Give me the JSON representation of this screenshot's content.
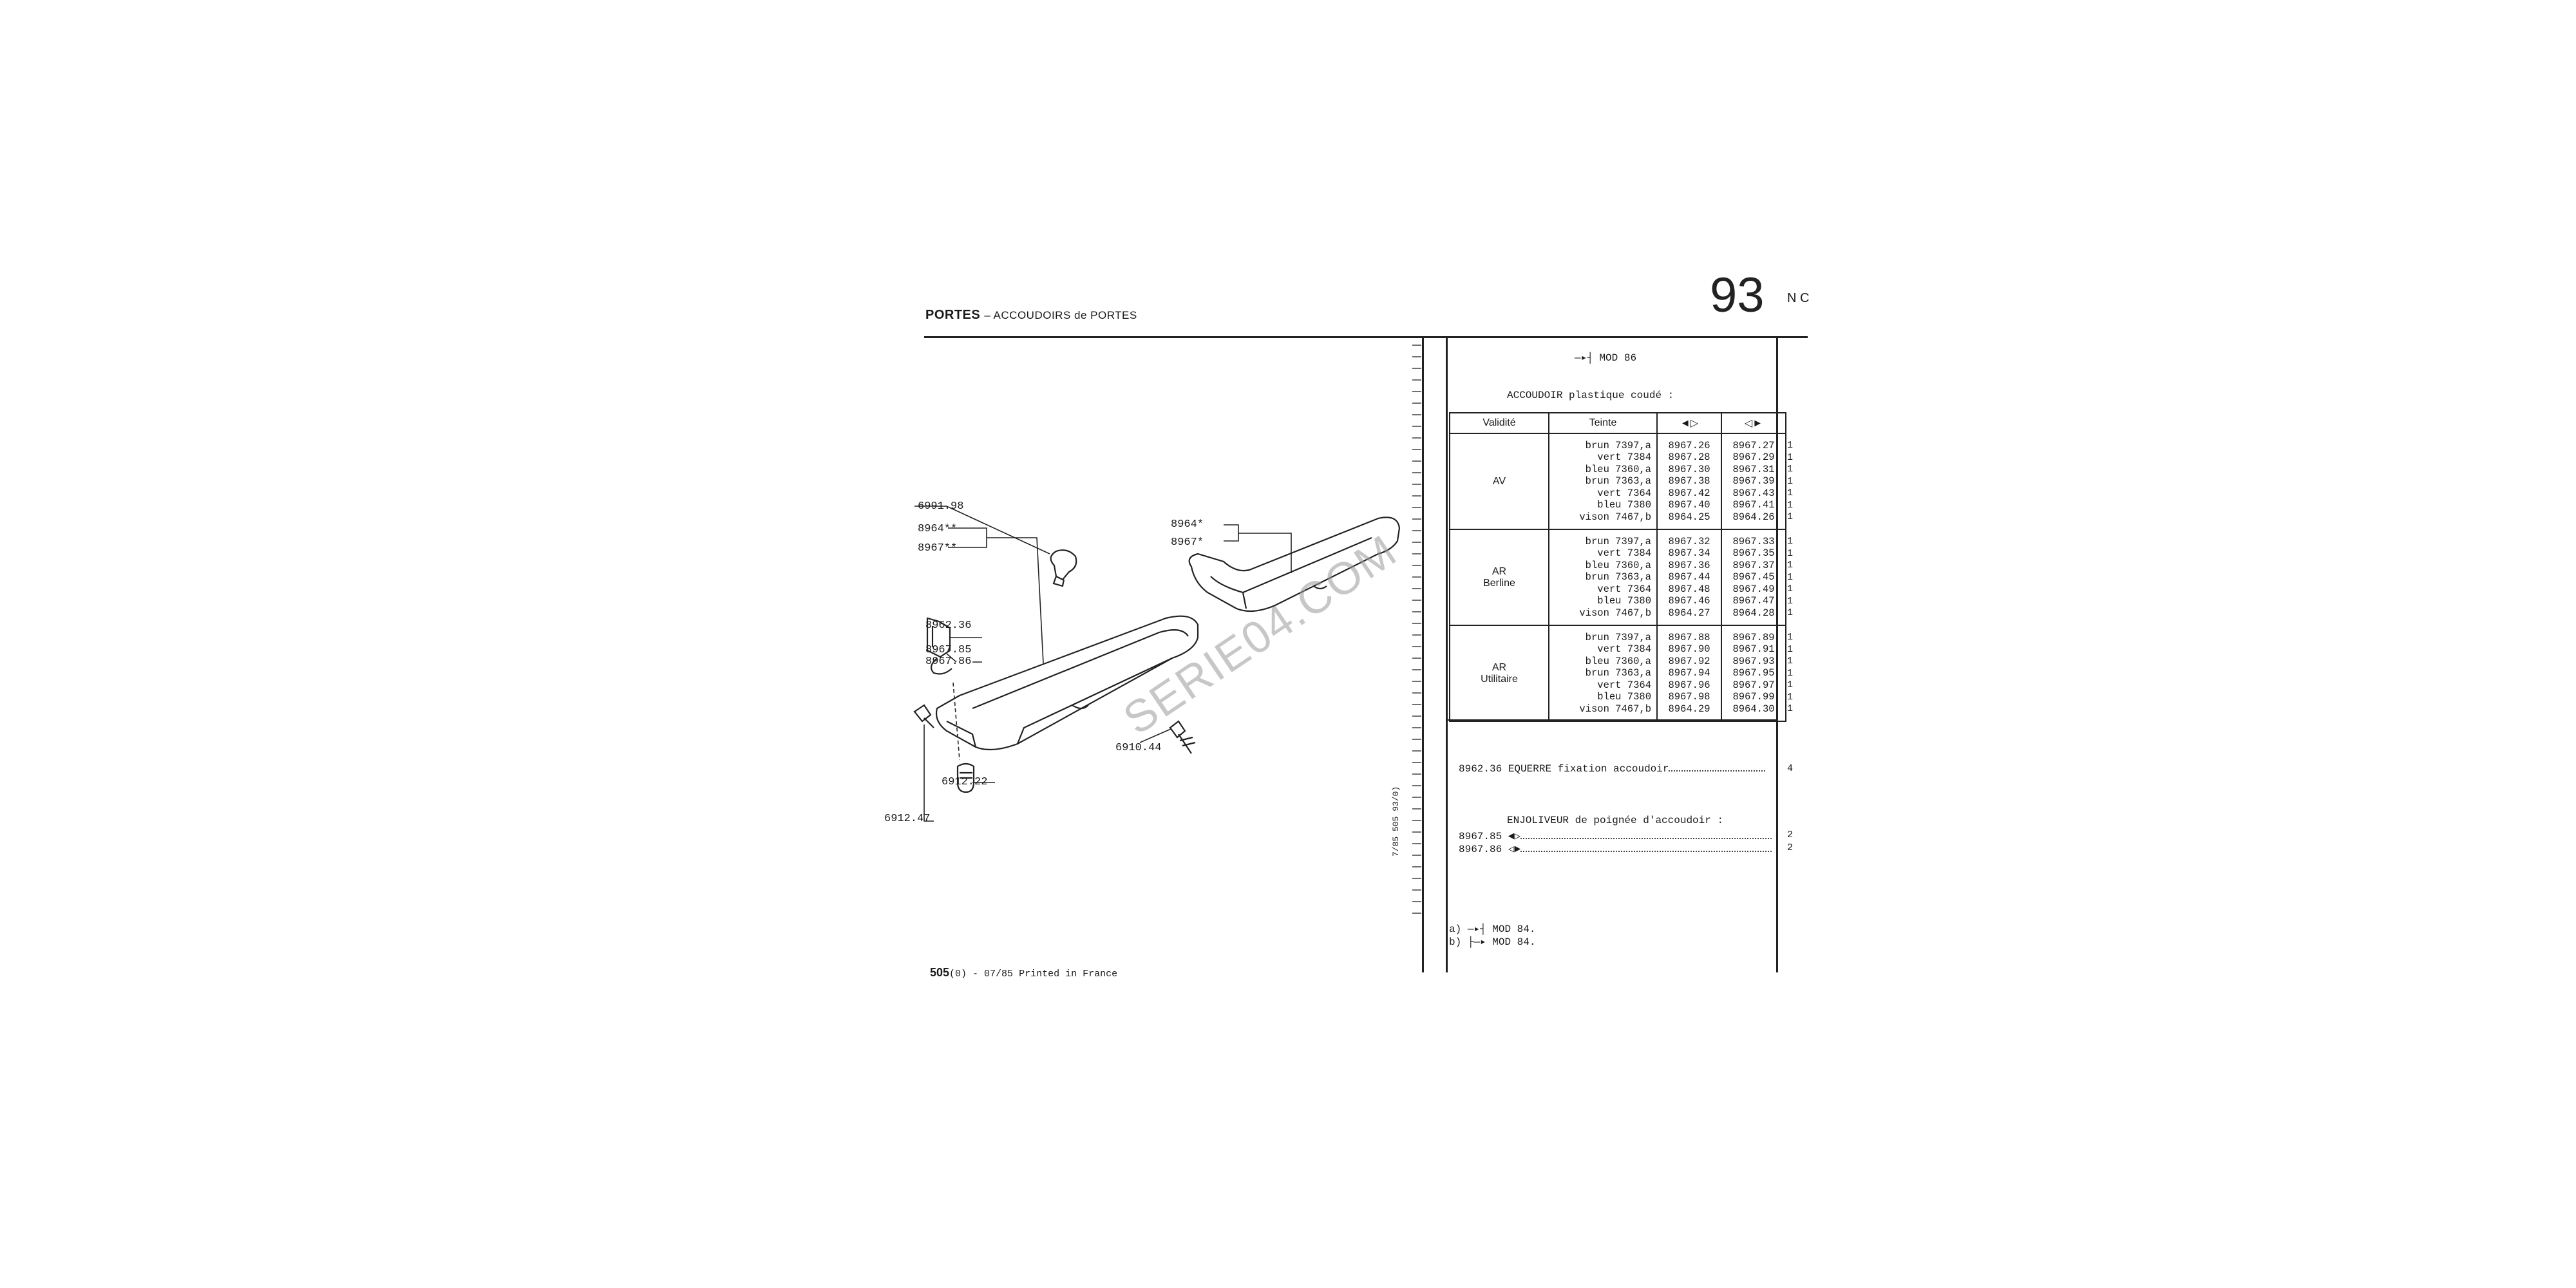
{
  "header": {
    "section": "PORTES",
    "subsection": "– ACCOUDOIRS de PORTES",
    "page_number": "93",
    "page_code": "N C"
  },
  "diagram_labels": {
    "l1": "6991.98",
    "l2": "8964**",
    "l3": "8967**",
    "l4": "8962.36",
    "l5": "8967.85",
    "l6": "8967.86",
    "l7": "6912.22",
    "l8": "6912.47",
    "l9": "6910.44",
    "l10": "8964*",
    "l11": "8967*"
  },
  "watermark": "SERIE04.COM",
  "footer": {
    "model": "505",
    "info": "(0) - 07/85 Printed in France"
  },
  "vertical_note": "7/85 505 93/0)",
  "right": {
    "mod_note": "MOD 86",
    "table_title": "ACCOUDOIR plastique coudé :",
    "columns": [
      "Validité",
      "Teinte",
      "◄▷",
      "◁►"
    ],
    "groups": [
      {
        "validity": [
          "AV"
        ],
        "teintes": [
          "brun 7397,a",
          "vert 7384",
          "bleu 7360,a",
          "brun 7363,a",
          "vert 7364",
          "bleu 7380",
          "vison 7467,b"
        ],
        "left": [
          "8967.26",
          "8967.28",
          "8967.30",
          "8967.38",
          "8967.42",
          "8967.40",
          "8964.25"
        ],
        "right": [
          "8967.27",
          "8967.29",
          "8967.31",
          "8967.39",
          "8967.43",
          "8967.41",
          "8964.26"
        ]
      },
      {
        "validity": [
          "AR",
          "Berline"
        ],
        "teintes": [
          "brun 7397,a",
          "vert 7384",
          "bleu 7360,a",
          "brun 7363,a",
          "vert 7364",
          "bleu 7380",
          "vison 7467,b"
        ],
        "left": [
          "8967.32",
          "8967.34",
          "8967.36",
          "8967.44",
          "8967.48",
          "8967.46",
          "8964.27"
        ],
        "right": [
          "8967.33",
          "8967.35",
          "8967.37",
          "8967.45",
          "8967.49",
          "8967.47",
          "8964.28"
        ]
      },
      {
        "validity": [
          "AR",
          "Utilitaire"
        ],
        "teintes": [
          "brun 7397,a",
          "vert 7384",
          "bleu 7360,a",
          "brun 7363,a",
          "vert 7364",
          "bleu 7380",
          "vison 7467,b"
        ],
        "left": [
          "8967.88",
          "8967.90",
          "8967.92",
          "8967.94",
          "8967.96",
          "8967.98",
          "8964.29"
        ],
        "right": [
          "8967.89",
          "8967.91",
          "8967.93",
          "8967.95",
          "8967.97",
          "8967.99",
          "8964.30"
        ]
      }
    ],
    "qty_rows": [
      "1",
      "1",
      "1",
      "1",
      "1",
      "1",
      "1"
    ],
    "equerre": {
      "ref": "8962.36",
      "label": "EQUERRE fixation accoudoir",
      "qty": "4"
    },
    "enjoliveur": {
      "title": "ENJOLIVEUR de poignée d'accoudoir :",
      "items": [
        {
          "ref": "8967.85",
          "qty": "2"
        },
        {
          "ref": "8967.86",
          "qty": "2"
        }
      ]
    },
    "notes": [
      {
        "key": "a)",
        "text": "MOD 84."
      },
      {
        "key": "b)",
        "text": "MOD 84."
      }
    ]
  }
}
